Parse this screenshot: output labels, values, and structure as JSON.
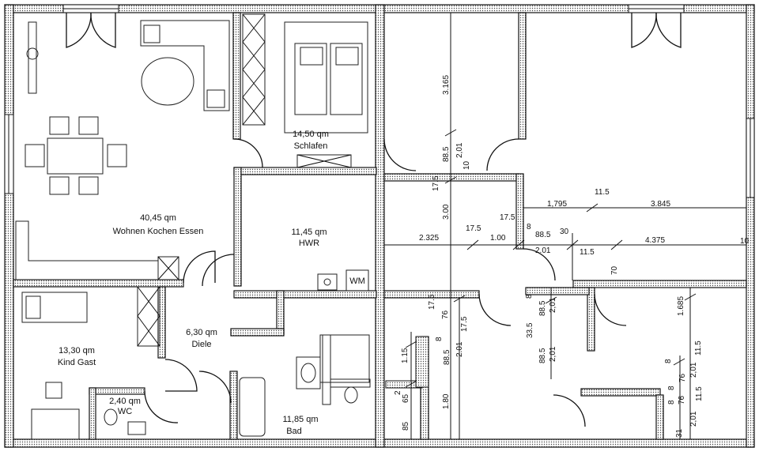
{
  "rooms": {
    "wohnen_area": "40,45 qm",
    "wohnen_name": "Wohnen Kochen Essen",
    "schlafen_area": "14,50 qm",
    "schlafen_name": "Schlafen",
    "hwr_area": "11,45 qm",
    "hwr_name": "HWR",
    "diele_area": "6,30 qm",
    "diele_name": "Diele",
    "kind_area": "13,30 qm",
    "kind_name": "Kind Gast",
    "wc_area": "2,40 qm",
    "wc_name": "WC",
    "bad_area": "11,85 qm",
    "bad_name": "Bad",
    "wm_label": "WM"
  },
  "dimensions": {
    "d3165": "3.165",
    "d88_5a": "88.5",
    "d2_01a": "2,01",
    "d10": "10",
    "d17_5a": "17.5",
    "d3_00": "3.00",
    "d2_325": "2.325",
    "d17_5b": "17.5",
    "d1_00": "1.00",
    "d17_5c": "17.5",
    "d8a": "8",
    "d88_5b": "88.5",
    "d30": "30",
    "d2_01b": "2.01",
    "d11_5a": "11.5",
    "d1_795": "1,795",
    "d11_5b": "11.5",
    "d3_845": "3.845",
    "d4_375": "4.375",
    "d70": "70",
    "d17_5d": "17.5",
    "d76a": "76",
    "d17_5e": "17.5",
    "d8b": "8",
    "d1_15": "1.15",
    "d88_5c": "88.5",
    "d2_01c": "2.01",
    "d1_80": "1.80",
    "d2a": "2",
    "d65": "65",
    "d85": "85",
    "d8c": "8",
    "d88_5d": "88.5",
    "d2_01d": "2,01",
    "d33_5": "33.5",
    "d88_5e": "88.5",
    "d2_01e": "2,01",
    "d1_685": "1.685",
    "d11_5c": "11.5",
    "d8d": "8",
    "d76b": "76",
    "d2_01f": "2,01",
    "d8e": "8",
    "d76c": "76",
    "d8f": "8",
    "d2_01g": "2,01",
    "d11_5d": "11.5",
    "d31": "31",
    "d10b": "10"
  }
}
